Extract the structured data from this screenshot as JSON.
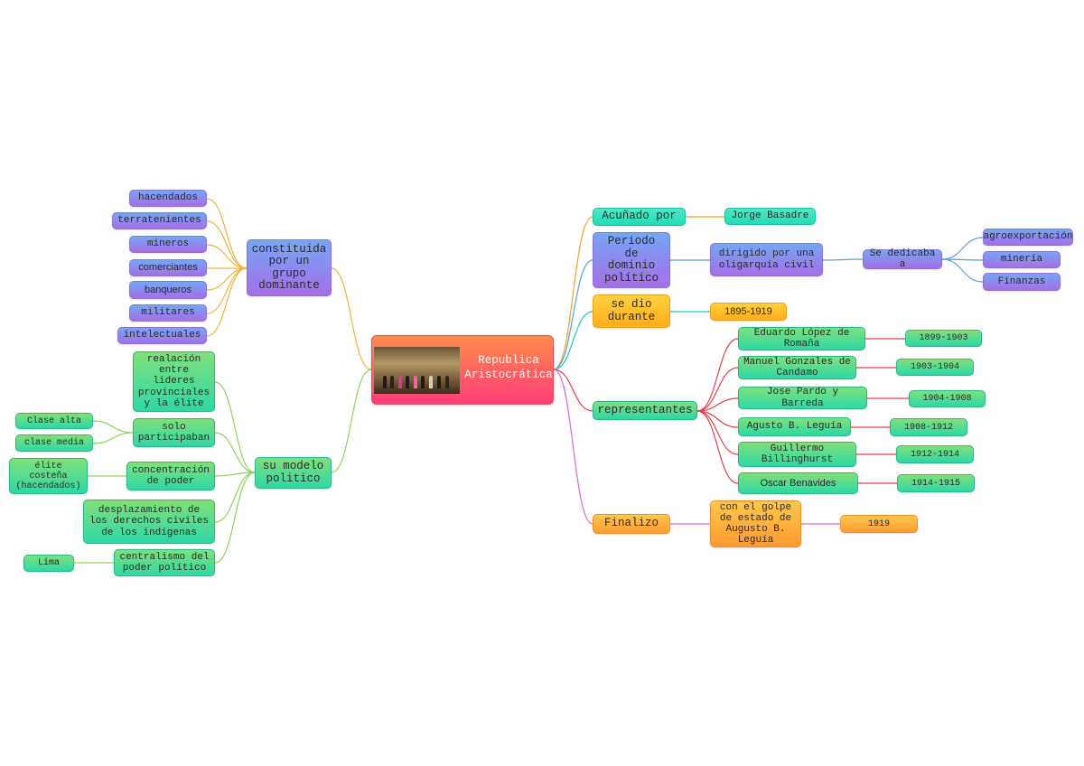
{
  "central": {
    "title": "Republica\nAristocrática",
    "image": "painting-icon"
  },
  "branches_right": {
    "acunado": {
      "label": "Acuñado por",
      "child": "Jorge Basadre"
    },
    "periodo": {
      "label": "Periodo\nde\ndominio\npolítico",
      "child": "dirigido por una\noligarquía civil",
      "grandchild": "Se dedicaba a",
      "activities": [
        "agroexportación",
        "minería",
        "Finanzas"
      ]
    },
    "durante": {
      "label": "se dio\ndurante",
      "child": "1895-1919"
    },
    "representantes": {
      "label": "representantes",
      "people": [
        {
          "name": "Eduardo López de\nRomaña",
          "years": "1899-1903"
        },
        {
          "name": "Manuel Gonzales de\nCandamo",
          "years": "1903-1904"
        },
        {
          "name": "Jose Pardo y Barreda",
          "years": "1904-1908"
        },
        {
          "name": "Agusto B. Leguía",
          "years": "1908-1912"
        },
        {
          "name": "Guillermo\nBillinghurst",
          "years": "1912-1914"
        },
        {
          "name": "Oscar Benavides",
          "years": "1914-1915"
        }
      ]
    },
    "finalizo": {
      "label": "Finalizo",
      "child": "con el golpe\nde estado de\nAugusto B.\nLeguía",
      "year": "1919"
    }
  },
  "branches_left": {
    "grupo": {
      "label": "constituida\npor un\ngrupo\ndominante",
      "items": [
        "hacendados",
        "terratenientes",
        "mineros",
        "comerciantes",
        "banqueros",
        "militares",
        "intelectuales"
      ]
    },
    "modelo": {
      "label": "su modelo\npolitico",
      "items": [
        {
          "label": "realación\nentre\nlideres\nprovinciales\ny la élite"
        },
        {
          "label": "solo\nparticipaban",
          "children": [
            "Clase alta",
            "clase media"
          ]
        },
        {
          "label": "concentración\nde poder",
          "children": [
            "élite\ncosteña\n(hacendados)"
          ]
        },
        {
          "label": "desplazamiento de\nlos derechos civiles\nde los indígenas"
        },
        {
          "label": "centralismo del\npoder político",
          "children": [
            "Lima"
          ]
        }
      ]
    }
  },
  "colors": {
    "acunado_line": "#f2a52c",
    "periodo_line": "#5aa0dc",
    "durante_line": "#23c4c8",
    "representantes_line": "#e2424a",
    "finalizo_line": "#d66ad0",
    "grupo_line": "#f2b23c",
    "modelo_line": "#8fd45a"
  }
}
